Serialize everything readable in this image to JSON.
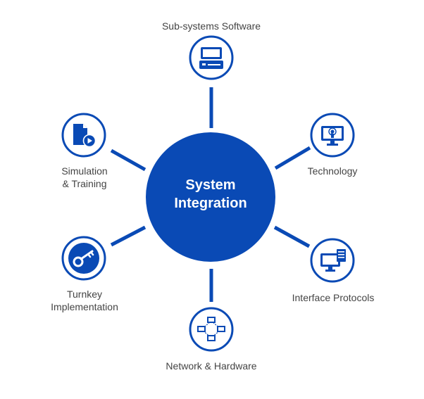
{
  "center": {
    "line1": "System",
    "line2": "Integration"
  },
  "nodes": {
    "subsystems_software": {
      "label": "Sub-systems Software",
      "icon": "computer-terminal-icon"
    },
    "technology": {
      "label": "Technology",
      "icon": "touch-screen-monitor-icon"
    },
    "interface_protocols": {
      "label": "Interface Protocols",
      "icon": "monitor-with-document-icon"
    },
    "network_hardware": {
      "label": "Network & Hardware",
      "icon": "network-nodes-icon"
    },
    "turnkey": {
      "line1": "Turnkey",
      "line2": "Implementation",
      "icon": "key-icon"
    },
    "simulation": {
      "line1": "Simulation",
      "line2": "& Training",
      "icon": "document-play-icon"
    }
  },
  "colors": {
    "primary": "#0a4ab5",
    "text": "#444444",
    "background": "#ffffff"
  }
}
